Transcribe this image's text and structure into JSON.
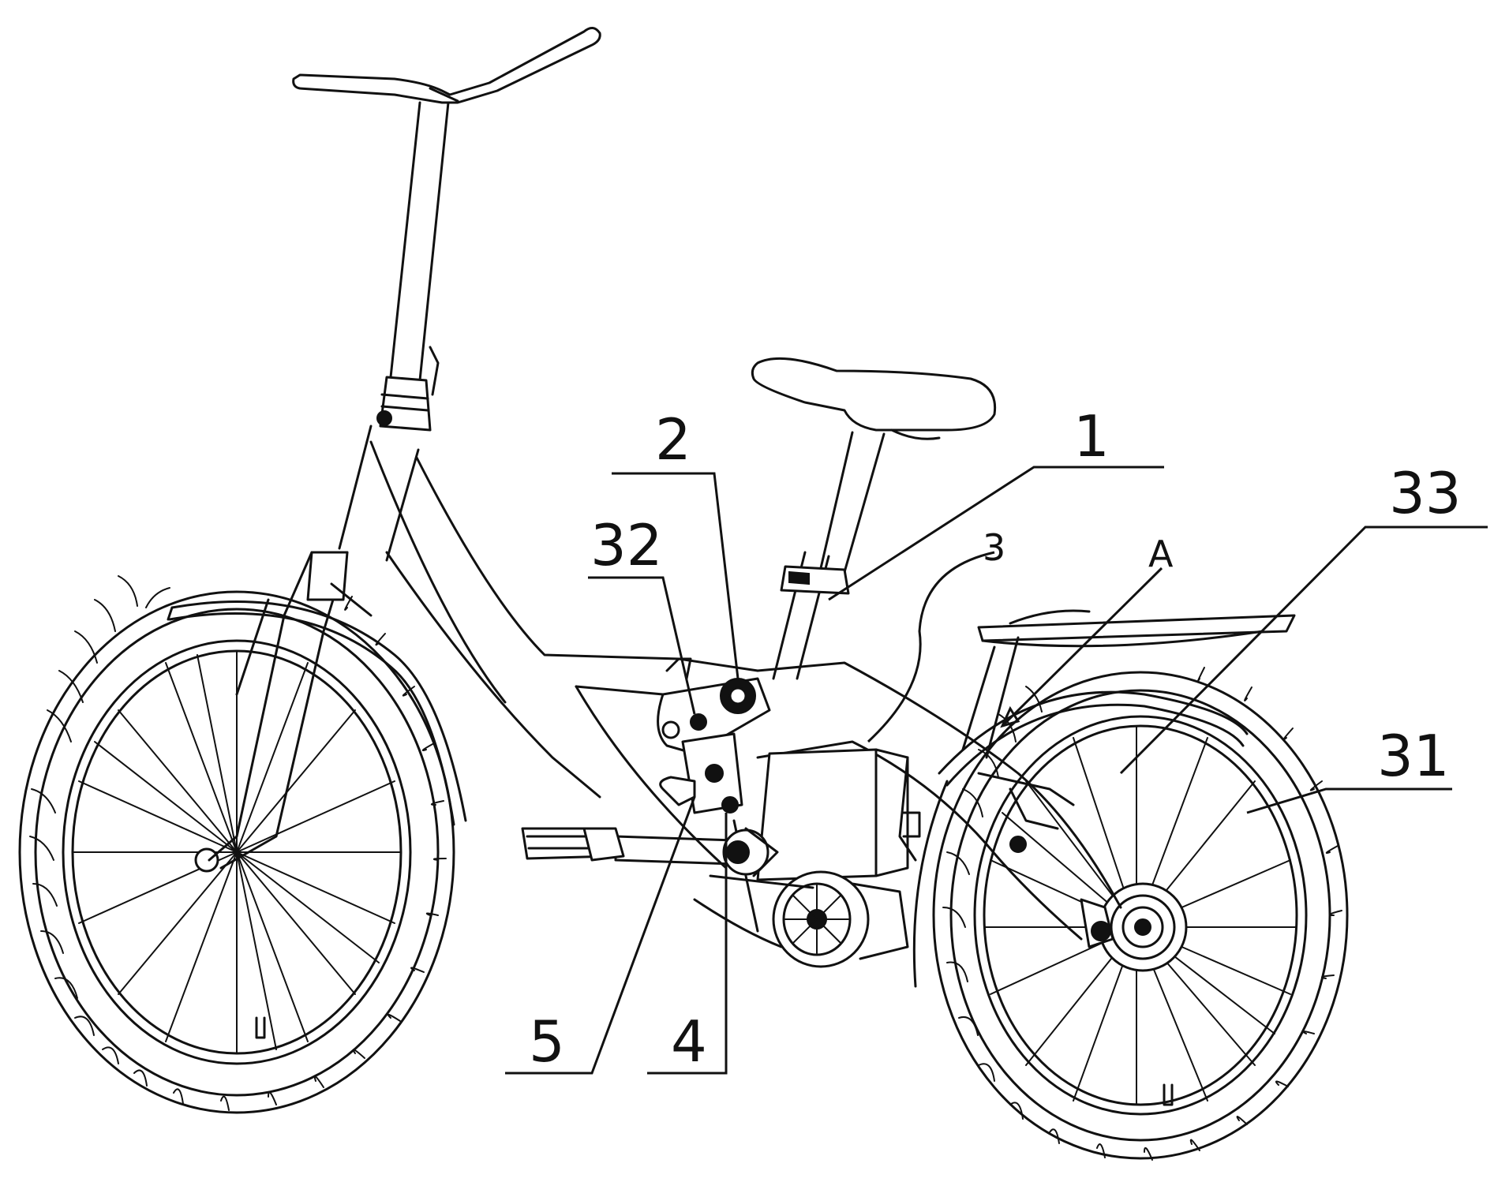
{
  "callouts": {
    "c1": "1",
    "c2": "2",
    "c3": "3",
    "c4": "4",
    "c5": "5",
    "c31": "31",
    "c32": "32",
    "c33": "33",
    "cA": "A"
  },
  "colors": {
    "ink": "#111111",
    "paper": "#ffffff"
  }
}
